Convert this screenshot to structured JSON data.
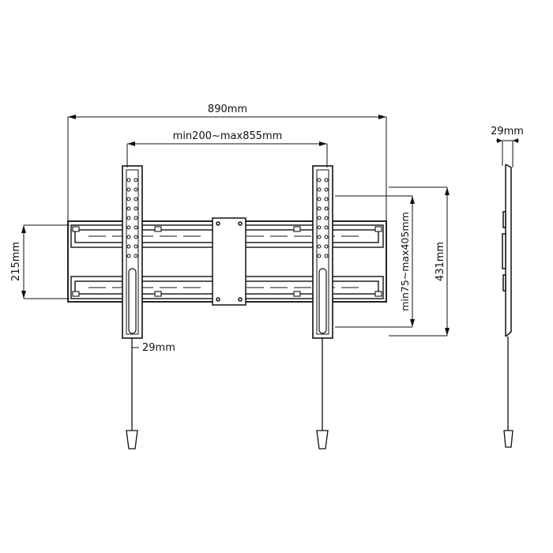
{
  "diagram": {
    "title": "TV wall mount bracket technical dimension drawing",
    "views": {
      "front": "front-view",
      "side": "side-view"
    },
    "dimensions": {
      "overall_width": "890mm",
      "vesa_width_range": "min200~max855mm",
      "overall_height": "431mm",
      "vesa_height_range": "min75~max405mm",
      "rail_height": "215mm",
      "depth_front_note": "29mm",
      "depth_side": "29mm"
    },
    "colors": {
      "line": "#111111",
      "fill": "#ffffff"
    }
  }
}
